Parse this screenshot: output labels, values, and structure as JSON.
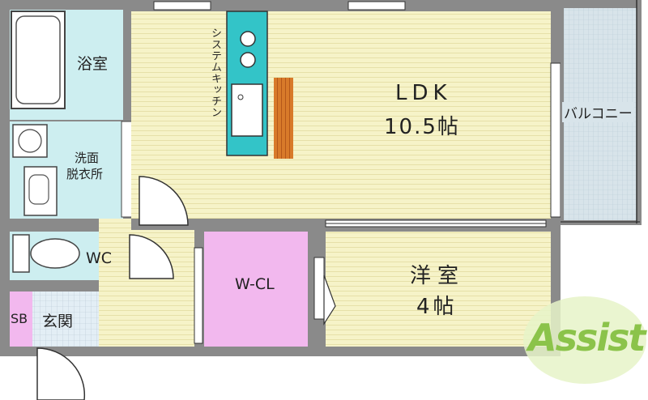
{
  "rooms": {
    "bathroom": "浴室",
    "washroom_line1": "洗面",
    "washroom_line2": "脱衣所",
    "toilet": "WC",
    "shoe_box": "SB",
    "entrance": "玄関",
    "walk_in_closet": "W-CL",
    "ldk_name": "LDK",
    "ldk_size": "10.5帖",
    "western_room_name": "洋室",
    "western_room_size": "4帖",
    "balcony": "バルコニー",
    "kitchen_vertical": "システムキッチン"
  },
  "logo": {
    "text": "Assist"
  },
  "colors": {
    "wall": "#8a8a8a",
    "wood_floor": "#f6f3c8",
    "wet_area": "#cdeef0",
    "closet": "#f2b8ee",
    "shoe_box": "#f2b8ee",
    "entrance_tile": "#e3eef5",
    "balcony": "#d8e4ea",
    "kitchen_counter": "#33c4c8",
    "kitchen_floor": "#d87a2a",
    "logo_green": "#8bc34a"
  }
}
